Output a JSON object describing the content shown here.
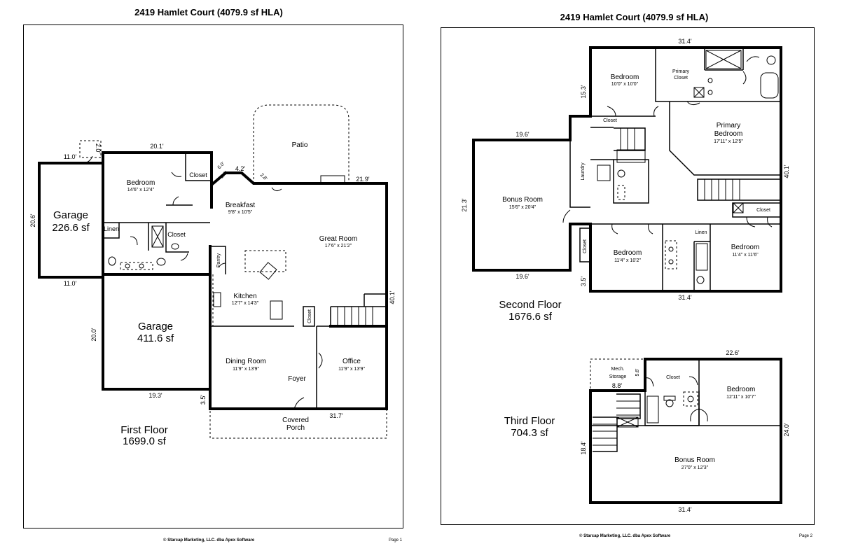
{
  "document_title": "2419 Hamlet Court (4079.9 sf HLA)",
  "footer": "© Starcap Marketing, LLC. dba Apex Software",
  "pages": [
    {
      "page_label": "Page 1"
    },
    {
      "page_label": "Page 2"
    }
  ],
  "first_floor": {
    "caption": "First Floor",
    "area": "1699.0 sf",
    "rooms": {
      "garage_small": {
        "name": "Garage",
        "area": "226.6 sf"
      },
      "garage_large": {
        "name": "Garage",
        "area": "411.6 sf"
      },
      "bedroom": {
        "name": "Bedroom",
        "size": "14'6\" x 12'4\""
      },
      "closet_bed": "Closet",
      "linen": "Linen",
      "closet_small": "Closet",
      "patio": "Patio",
      "breakfast": {
        "name": "Breakfast",
        "size": "9'8\" x 10'5\""
      },
      "great_room": {
        "name": "Great Room",
        "size": "17'6\" x 21'2\""
      },
      "pantry": "Pantry",
      "kitchen": {
        "name": "Kitchen",
        "size": "12'7\" x 14'3\""
      },
      "closet_stair": "Closet",
      "dining_room": {
        "name": "Dining Room",
        "size": "11'9\" x 13'9\""
      },
      "foyer": "Foyer",
      "office": {
        "name": "Office",
        "size": "11'9\" x 13'9\""
      },
      "covered_porch_1": "Covered",
      "covered_porch_2": "Porch"
    },
    "dims": [
      "11.0'",
      "2.0'",
      "20.1'",
      "6.0'",
      "2.8'",
      "4.2'",
      "2.8'",
      "21.9'",
      "20.6'",
      "11.0'",
      "20.0'",
      "19.3'",
      "3.5'",
      "31.7'",
      "40.1'"
    ]
  },
  "second_floor": {
    "caption": "Second Floor",
    "area": "1676.6 sf",
    "rooms": {
      "bedroom_nw": {
        "name": "Bedroom",
        "size": "10'0\" x 10'0\""
      },
      "primary_closet_1": "Primary",
      "primary_closet_2": "Closet",
      "closet_nw": "Closet",
      "primary_bedroom_1": "Primary",
      "primary_bedroom_2": "Bedroom",
      "primary_bedroom_size": "17'11\" x 12'5\"",
      "laundry": "Laundry",
      "bonus_room": {
        "name": "Bonus Room",
        "size": "15'6\" x 20'4\""
      },
      "closet_se": "Closet",
      "closet_sw": "Closet",
      "bedroom_s": {
        "name": "Bedroom",
        "size": "11'4\" x 10'2\""
      },
      "linen": "Linen",
      "bedroom_se": {
        "name": "Bedroom",
        "size": "11'4\" x 11'6\""
      }
    },
    "dims": [
      "31.4'",
      "15.3'",
      "19.6'",
      "21.3'",
      "19.6'",
      "3.5'",
      "31.4'",
      "40.1'"
    ]
  },
  "third_floor": {
    "caption": "Third Floor",
    "area": "704.3 sf",
    "rooms": {
      "mech_1": "Mech.",
      "mech_2": "Storage",
      "closet": "Closet",
      "bedroom": {
        "name": "Bedroom",
        "size": "12'11\" x 10'7\""
      },
      "bonus_room": {
        "name": "Bonus Room",
        "size": "27'0\" x 12'3\""
      }
    },
    "dims": [
      "22.6'",
      "5.6'",
      "8.8'",
      "18.4'",
      "24.0'",
      "31.4'"
    ]
  }
}
